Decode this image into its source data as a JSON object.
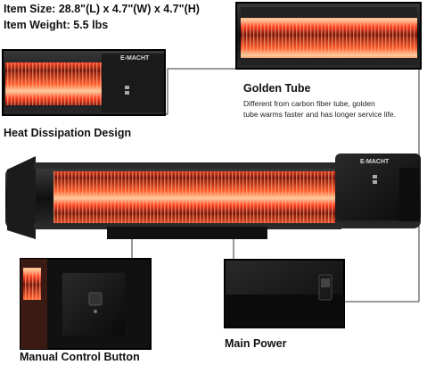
{
  "specs": {
    "size": "Item Size: 28.8\"(L) x 4.7\"(W) x 4.7\"(H)",
    "weight": "Item Weight: 5.5 lbs"
  },
  "brand": "E-MACHT",
  "labels": {
    "golden_tube": "Golden Tube",
    "golden_tube_desc_1": "Different from carbon fiber tube, golden",
    "golden_tube_desc_2": "tube warms faster and has longer service life.",
    "heat_dissipation": "Heat Dissipation Design",
    "manual_control": "Manual Control Button",
    "main_power": "Main Power"
  },
  "colors": {
    "glow": "#ff3b1a",
    "housing": "#151515",
    "frame": "#000000"
  }
}
